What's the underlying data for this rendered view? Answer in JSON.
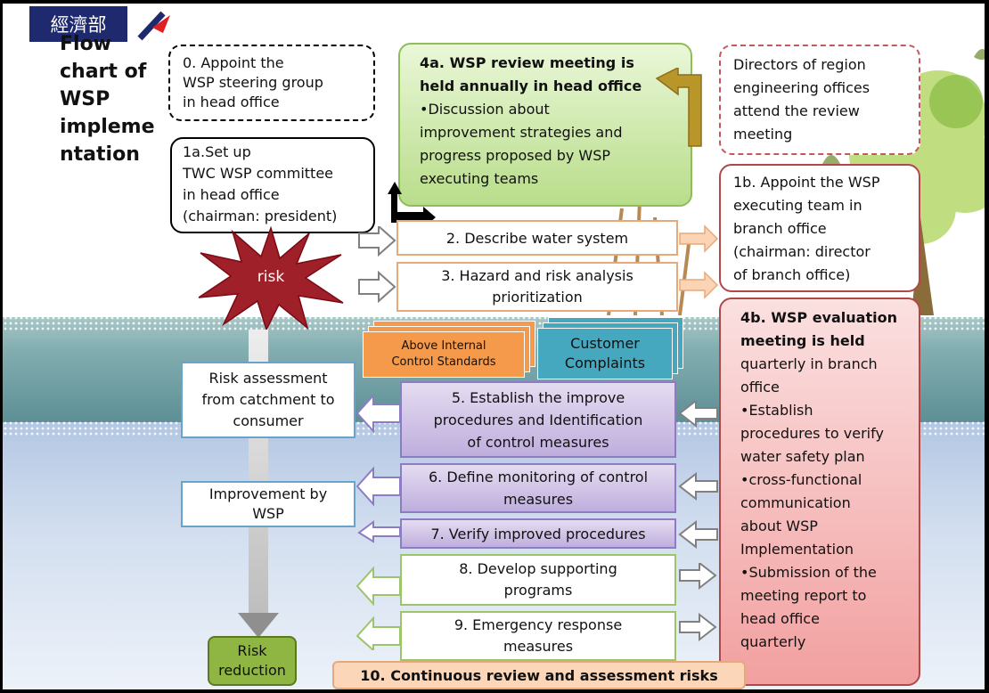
{
  "logo": {
    "text": "經濟部"
  },
  "title": {
    "lines": [
      "Flow",
      "chart of",
      "WSP",
      "impleme",
      "ntation"
    ]
  },
  "boxes": {
    "b0": [
      "0. Appoint the",
      "WSP steering group",
      "in head office"
    ],
    "b1a": [
      "1a.Set up",
      "TWC WSP committee",
      "in head office",
      "(chairman: president)"
    ],
    "b4a": [
      "4a. WSP review meeting is",
      "held annually in head office",
      "•Discussion about",
      "improvement strategies and",
      "progress proposed by WSP",
      "executing teams"
    ],
    "directors": [
      "Directors of region",
      "engineering offices",
      "attend the review",
      "meeting"
    ],
    "b1b": [
      "1b. Appoint the WSP",
      "executing team in",
      "branch office",
      "(chairman: director",
      "of branch office)"
    ],
    "b4b": [
      "4b. WSP evaluation",
      "meeting is held",
      "quarterly in branch",
      "office",
      "•Establish",
      "procedures to verify",
      "water safety plan",
      "•cross-functional",
      "communication",
      "about WSP",
      "Implementation",
      "•Submission of the",
      "meeting report to",
      "head office",
      "quarterly"
    ]
  },
  "steps": {
    "s2": [
      "2. Describe water system"
    ],
    "s3": [
      "3. Hazard and risk analysis",
      "prioritization"
    ],
    "s5": [
      "5. Establish the improve",
      "procedures and Identification",
      "of control measures"
    ],
    "s6": [
      "6. Define monitoring of control",
      "measures"
    ],
    "s7": [
      "7. Verify improved procedures"
    ],
    "s8": [
      "8. Develop supporting",
      "programs"
    ],
    "s9": [
      "9. Emergency response",
      "measures"
    ],
    "s10": [
      "10. Continuous review and assessment risks"
    ]
  },
  "cards": {
    "standards": [
      "Above Internal",
      "Control Standards"
    ],
    "complaints": [
      "Customer",
      "Complaints"
    ]
  },
  "side": {
    "risk": "risk",
    "assessment": [
      "Risk assessment",
      "from catchment to",
      "consumer"
    ],
    "improvement": [
      "Improvement by",
      "WSP"
    ],
    "reduction": [
      "Risk",
      "reduction"
    ]
  },
  "colors": {
    "orange_card": "#f59a4b",
    "teal_card": "#46a8bf",
    "green_box": "#b8dd8a",
    "red_box": "#f2a0a0",
    "purple_box": "#c9b8e4",
    "star": "#a0202a",
    "risk_reduction": "#8fb542",
    "step10": "#fcd6b8"
  }
}
